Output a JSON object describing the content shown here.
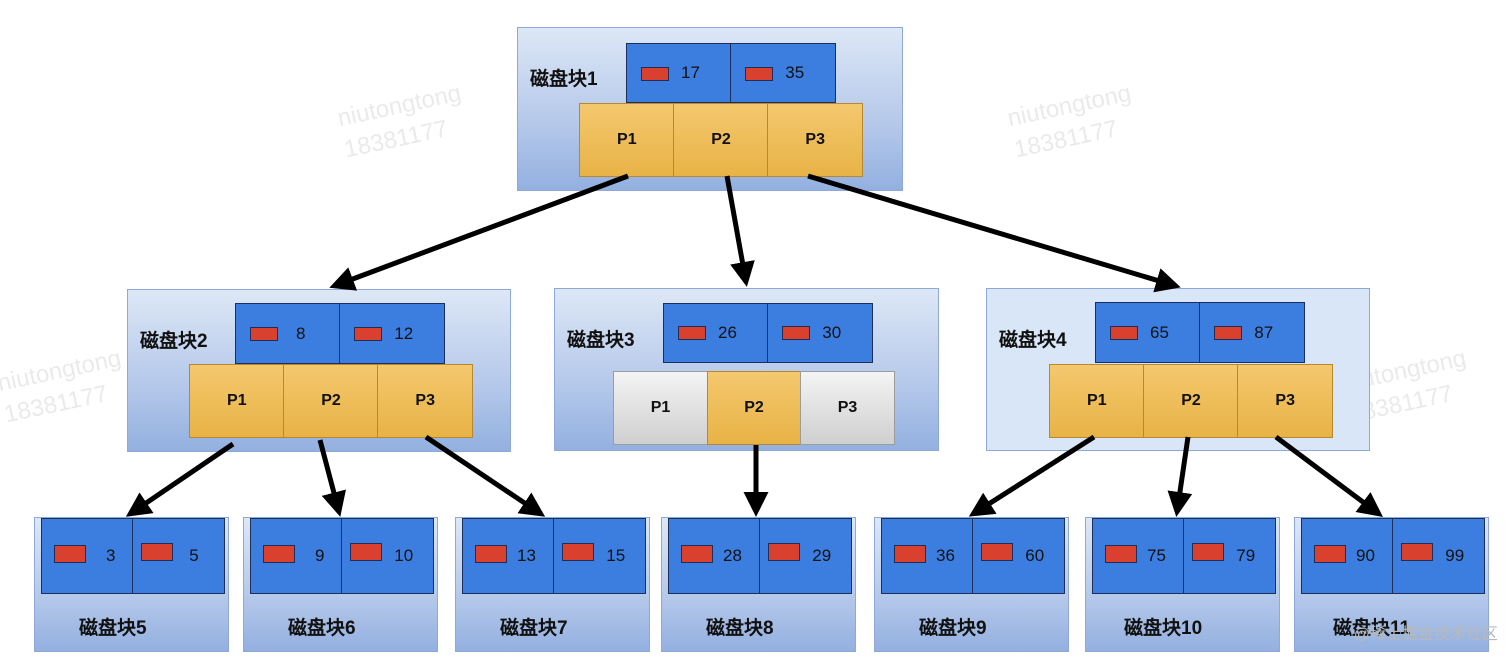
{
  "blocks": {
    "b1": {
      "label": "磁盘块1",
      "keys": [
        "17",
        "35"
      ],
      "pointers": [
        "P1",
        "P2",
        "P3"
      ]
    },
    "b2": {
      "label": "磁盘块2",
      "keys": [
        "8",
        "12"
      ],
      "pointers": [
        "P1",
        "P2",
        "P3"
      ]
    },
    "b3": {
      "label": "磁盘块3",
      "keys": [
        "26",
        "30"
      ],
      "pointers": [
        "P1",
        "P2",
        "P3"
      ]
    },
    "b4": {
      "label": "磁盘块4",
      "keys": [
        "65",
        "87"
      ],
      "pointers": [
        "P1",
        "P2",
        "P3"
      ]
    },
    "b5": {
      "label": "磁盘块5",
      "keys": [
        "3",
        "5"
      ]
    },
    "b6": {
      "label": "磁盘块6",
      "keys": [
        "9",
        "10"
      ]
    },
    "b7": {
      "label": "磁盘块7",
      "keys": [
        "13",
        "15"
      ]
    },
    "b8": {
      "label": "磁盘块8",
      "keys": [
        "28",
        "29"
      ]
    },
    "b9": {
      "label": "磁盘块9",
      "keys": [
        "36",
        "60"
      ]
    },
    "b10": {
      "label": "磁盘块10",
      "keys": [
        "75",
        "79"
      ]
    },
    "b11": {
      "label": "磁盘块11",
      "keys": [
        "90",
        "99"
      ]
    }
  },
  "watermark": {
    "line1": "niutongtong",
    "line2": "18381177"
  },
  "credit": "@稀土掘金技术社区",
  "colors": {
    "key_fill": "#3c7de0",
    "pointer_fill": "#eebd58",
    "data_marker": "#d9412e",
    "disk_fill": "#b4c8ea"
  }
}
